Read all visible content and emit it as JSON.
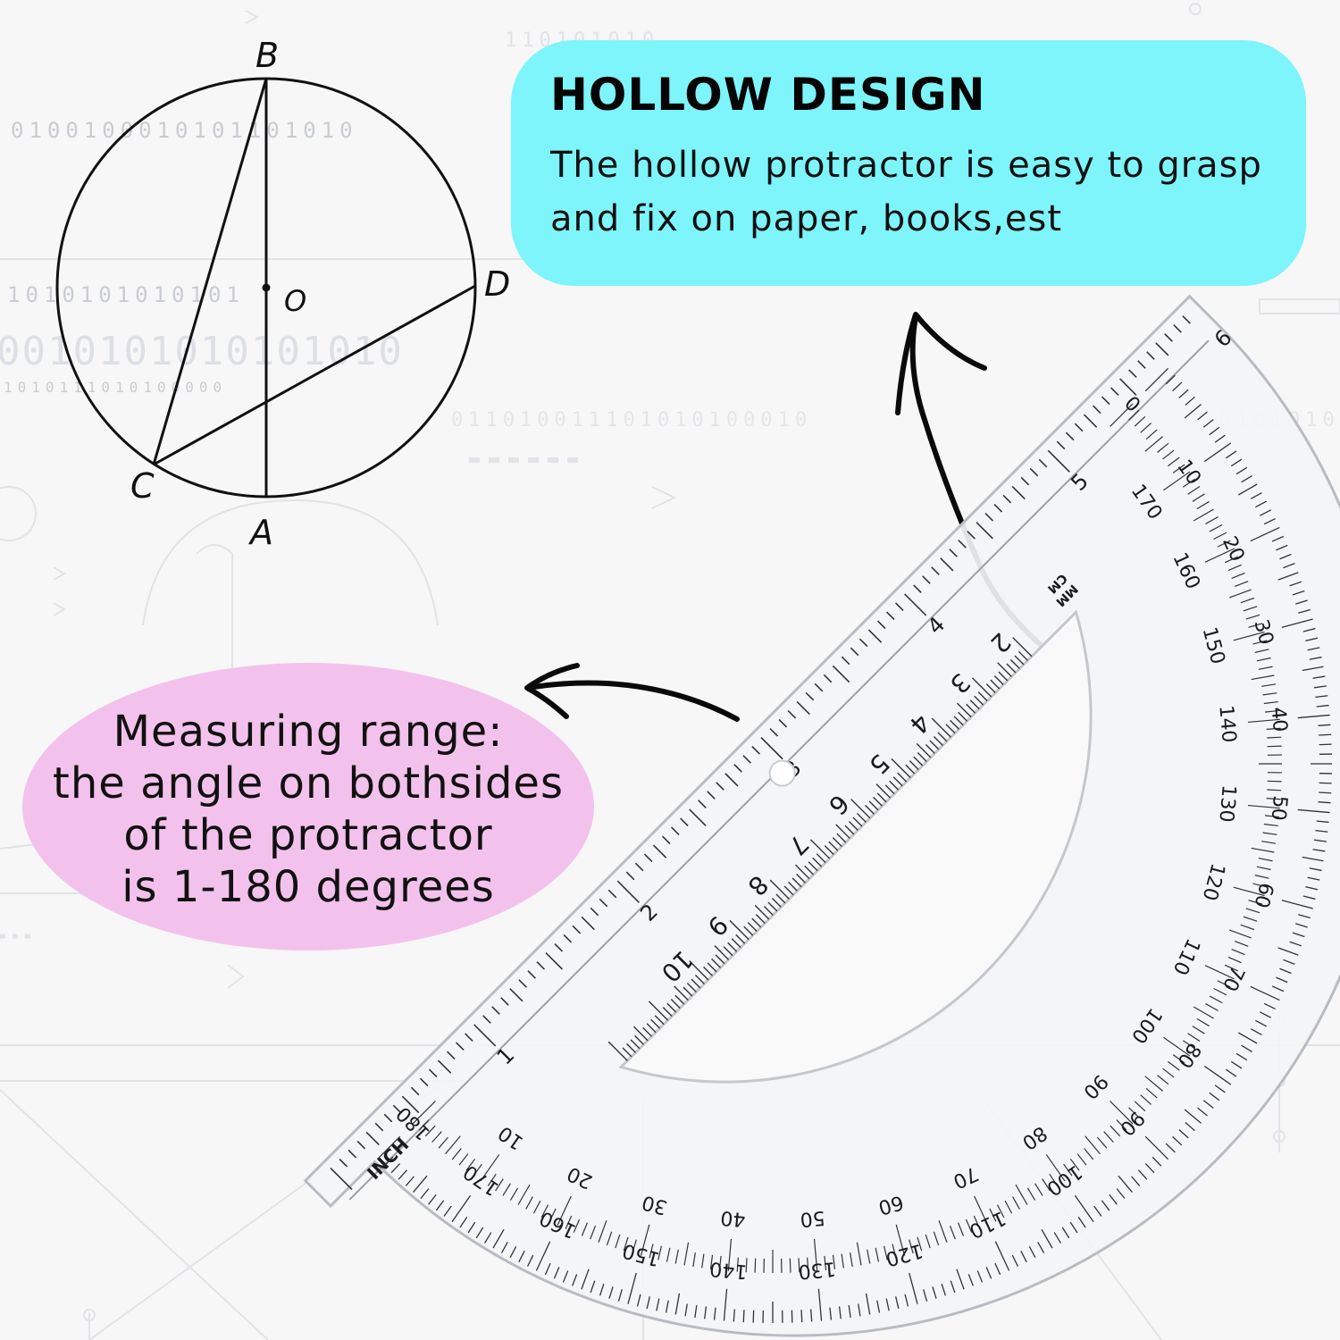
{
  "background_binary": [
    "0100100010101101010",
    "1010101010101",
    "0010101010101010",
    "1010111010100000",
    "110101010",
    "011010011101010100010",
    "0101010"
  ],
  "circle_diagram": {
    "labels": {
      "b": "B",
      "c": "C",
      "a": "A",
      "d": "D",
      "o": "O"
    }
  },
  "hollow_design": {
    "title": "HOLLOW DESIGN",
    "line1": "The hollow protractor is easy to grasp",
    "line2": "and fix on paper, books,est"
  },
  "measuring_range": {
    "line1": "Measuring range:",
    "line2": "the angle on bothsides",
    "line3": "of the protractor",
    "line4": "is 1-180 degrees"
  },
  "protractor": {
    "inch_label": "INCH",
    "mm_label": "MM",
    "cm_label": "CM",
    "inch_numbers": [
      "1",
      "2",
      "3",
      "4",
      "5",
      "6"
    ],
    "cm_numbers": [
      "2",
      "3",
      "4",
      "5",
      "6",
      "7",
      "8",
      "9",
      "10"
    ],
    "outer_scale": [
      "0",
      "10",
      "20",
      "30",
      "40",
      "50",
      "60",
      "70",
      "80",
      "90",
      "100",
      "110",
      "120",
      "130",
      "140",
      "150",
      "160",
      "170",
      "180"
    ],
    "inner_scale": [
      "170",
      "160",
      "150",
      "140",
      "130",
      "120",
      "110",
      "100",
      "90",
      "80",
      "70",
      "60",
      "50",
      "40",
      "30",
      "20",
      "10"
    ]
  }
}
